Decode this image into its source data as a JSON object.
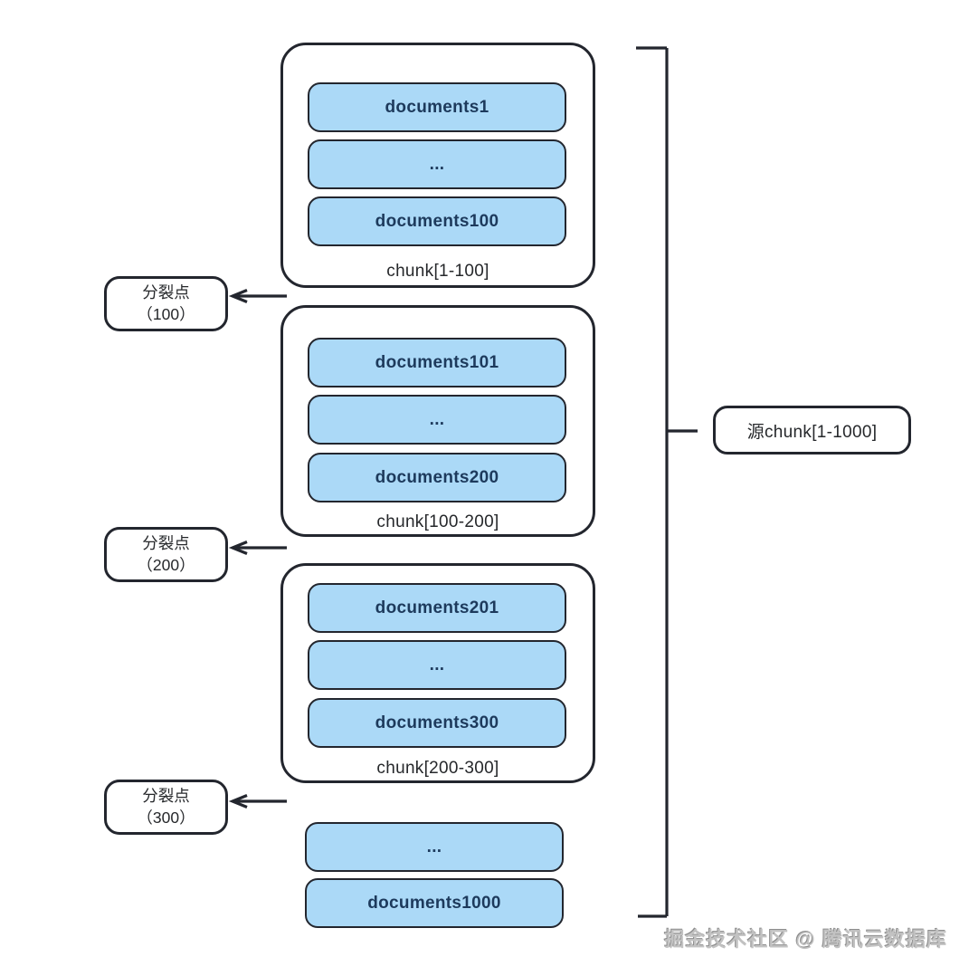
{
  "colors": {
    "background": "#ffffff",
    "doc_fill": "#abd9f7",
    "doc_text": "#1d3a5c",
    "stroke": "#23262e",
    "label_text": "#26282b",
    "watermark_gray": "#9b9b9b"
  },
  "chunks": [
    {
      "label": "chunk[1-100]",
      "docs": [
        "documents1",
        "...",
        "documents100"
      ]
    },
    {
      "label": "chunk[100-200]",
      "docs": [
        "documents101",
        "...",
        "documents200"
      ]
    },
    {
      "label": "chunk[200-300]",
      "docs": [
        "documents201",
        "...",
        "documents300"
      ]
    }
  ],
  "tail_docs": [
    "...",
    "documents1000"
  ],
  "split_points": [
    {
      "title": "分裂点",
      "value": "（100）"
    },
    {
      "title": "分裂点",
      "value": "（200）"
    },
    {
      "title": "分裂点",
      "value": "（300）"
    }
  ],
  "source_chunk": {
    "label": "源chunk[1-1000]"
  },
  "watermark": "掘金技术社区 @ 腾讯云数据库"
}
